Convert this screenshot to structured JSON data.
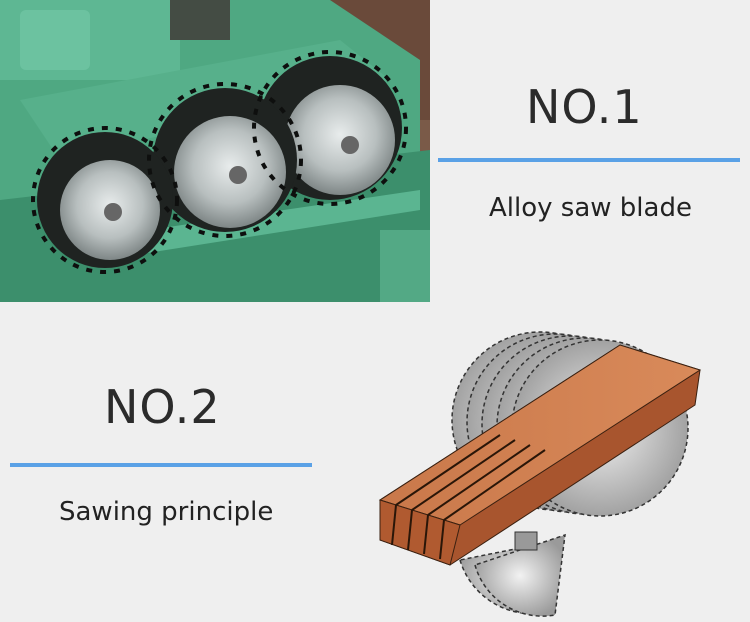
{
  "section1": {
    "number": "NO.1",
    "caption": "Alloy saw blade"
  },
  "section2": {
    "number": "NO.2",
    "caption": "Sawing principle"
  },
  "colors": {
    "accent_rule": "#5aa1e6",
    "machine_green": "#4fa882",
    "wood": "#b4623a"
  }
}
